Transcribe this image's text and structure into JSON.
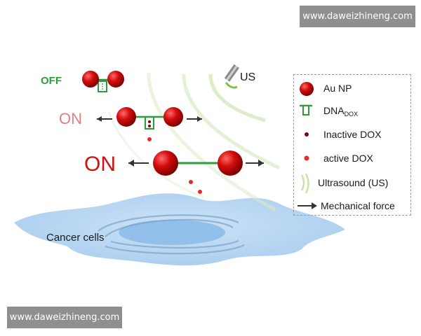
{
  "watermark_top": "www.daweizhineng.com",
  "watermark_bottom": "www.daweizhineng.com",
  "states": {
    "off": "OFF",
    "on_medium": "ON",
    "on_large": "ON"
  },
  "us_label": "US",
  "cell_label": "Cancer cells",
  "legend": {
    "au_np": "Au NP",
    "dna": "DNA",
    "dna_sub": "DOX",
    "inactive_dox": "Inactive DOX",
    "active_dox": "active DOX",
    "ultrasound": "Ultrasound (US)",
    "force": "Mechanical force"
  },
  "colors": {
    "nanoparticle": "#c00000",
    "dna_linker": "#2e9b3f",
    "off_text": "#2e9b3f",
    "on_medium_text": "#e27f7f",
    "on_large_text": "#d01010",
    "active_dox": "#e32b2b",
    "inactive_dox": "#7a0a0a",
    "ultrasound": "#c7e3a8",
    "cell": "#b8d7f2",
    "nucleus": "#9fc8ee"
  }
}
